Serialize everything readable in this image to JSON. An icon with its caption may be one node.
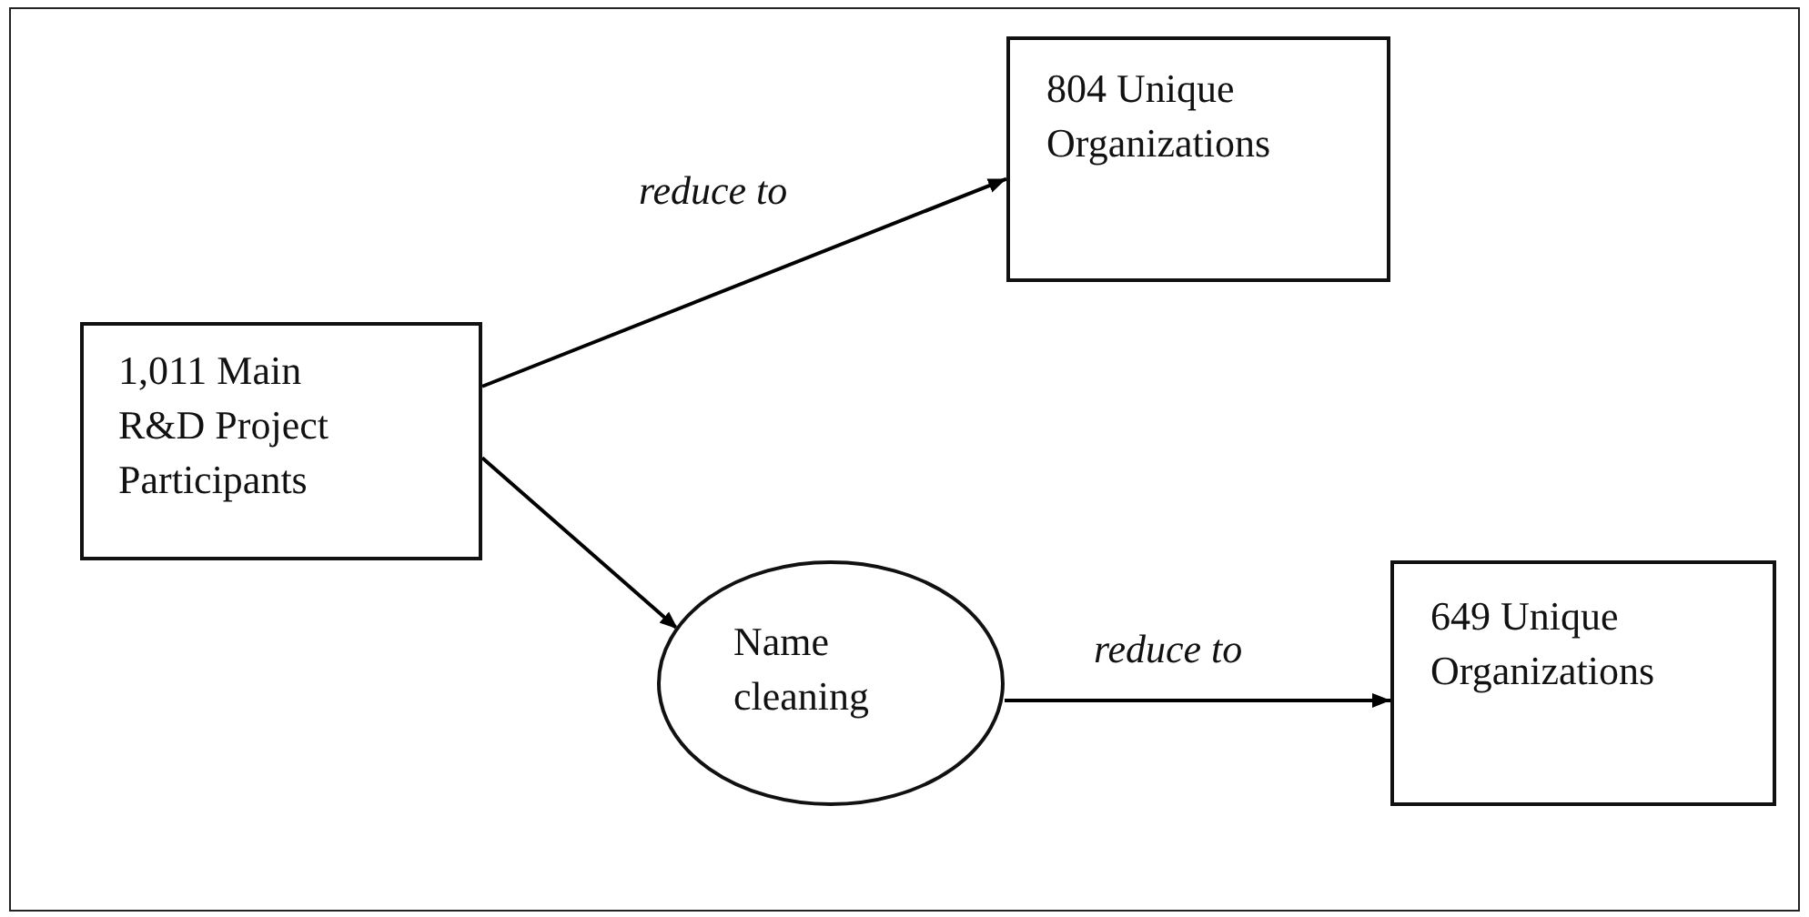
{
  "diagram": {
    "nodes": [
      {
        "text": [
          "1,011 Main R&D Project Participants"
        ]
      },
      {
        "text": [
          "804 Unique Organizations"
        ]
      },
      {
        "text": [
          "Name cleaning"
        ]
      },
      {
        "text": [
          "649 Unique Organizations"
        ]
      }
    ],
    "edges": [
      {
        "from": 0,
        "to": 1,
        "arrow": "to",
        "label": "reduce to"
      },
      {
        "from": 0,
        "to": 2,
        "arrow": "to"
      },
      {
        "from": 2,
        "to": 3,
        "arrow": "to",
        "label": "reduce to"
      }
    ]
  }
}
